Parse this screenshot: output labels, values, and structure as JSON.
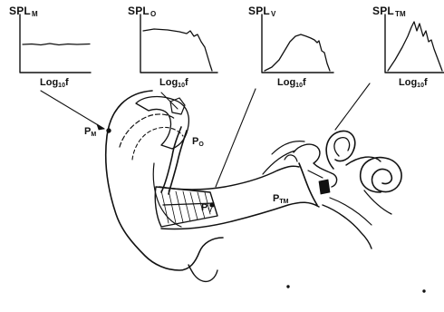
{
  "panels": [
    {
      "id": "m",
      "label_main": "SPL",
      "label_sub": "M",
      "xlabel_main": "Log",
      "xlabel_sub": "10",
      "xlabel_end": "f"
    },
    {
      "id": "o",
      "label_main": "SPL",
      "label_sub": "O",
      "xlabel_main": "Log",
      "xlabel_sub": "10",
      "xlabel_end": "f"
    },
    {
      "id": "v",
      "label_main": "SPL",
      "label_sub": "V",
      "xlabel_main": "Log",
      "xlabel_sub": "10",
      "xlabel_end": "f"
    },
    {
      "id": "tm",
      "label_main": "SPL",
      "label_sub": "TM",
      "xlabel_main": "Log",
      "xlabel_sub": "10",
      "xlabel_end": "f"
    }
  ],
  "points": {
    "pm": {
      "main": "P",
      "sub": "M"
    },
    "po": {
      "main": "P",
      "sub": "O"
    },
    "pv": {
      "main": "P",
      "sub": "V"
    },
    "ptm": {
      "main": "P",
      "sub": "TM"
    }
  }
}
